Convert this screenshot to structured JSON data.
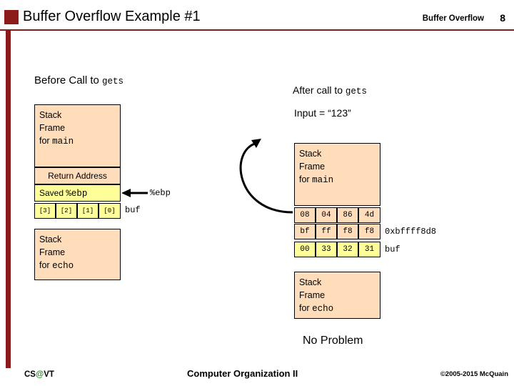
{
  "header": {
    "title": "Buffer Overflow Example #1",
    "topic": "Buffer Overflow",
    "page_number": "8"
  },
  "labels": {
    "before_call": "Before Call to ",
    "before_call_mono": "gets",
    "after_call": "After call to ",
    "after_call_mono": "gets",
    "input": "Input = “123”",
    "ebp_pointer": "%ebp",
    "buf_left": "buf",
    "buf_right": "buf",
    "address": "0xbffff8d8",
    "no_problem": "No Problem"
  },
  "left_diagram": {
    "main_frame": {
      "line1": "Stack",
      "line2": "Frame",
      "line3_prefix": "for ",
      "line3_mono": "main"
    },
    "return_address": "Return Address",
    "saved_ebp_prefix": "Saved ",
    "saved_ebp_mono": "%ebp",
    "buf_cells": [
      "[3]",
      "[2]",
      "[1]",
      "[0]"
    ],
    "echo_frame": {
      "line1": "Stack",
      "line2": "Frame",
      "line3_prefix": "for ",
      "line3_mono": "echo"
    }
  },
  "right_diagram": {
    "main_frame": {
      "line1": "Stack",
      "line2": "Frame",
      "line3_prefix": "for ",
      "line3_mono": "main"
    },
    "rows": [
      [
        "08",
        "04",
        "86",
        "4d"
      ],
      [
        "bf",
        "ff",
        "f8",
        "f8"
      ],
      [
        "00",
        "33",
        "32",
        "31"
      ]
    ],
    "echo_frame": {
      "line1": "Stack",
      "line2": "Frame",
      "line3_prefix": "for ",
      "line3_mono": "echo"
    }
  },
  "footer": {
    "left_pre": "CS",
    "left_at": "@",
    "left_post": "VT",
    "center": "Computer Organization II",
    "right": "©2005-2015 McQuain"
  },
  "colors": {
    "accent_bar": "#8b1a1a",
    "frame_fill": "#ffddbb",
    "highlight_fill": "#ffff99"
  }
}
